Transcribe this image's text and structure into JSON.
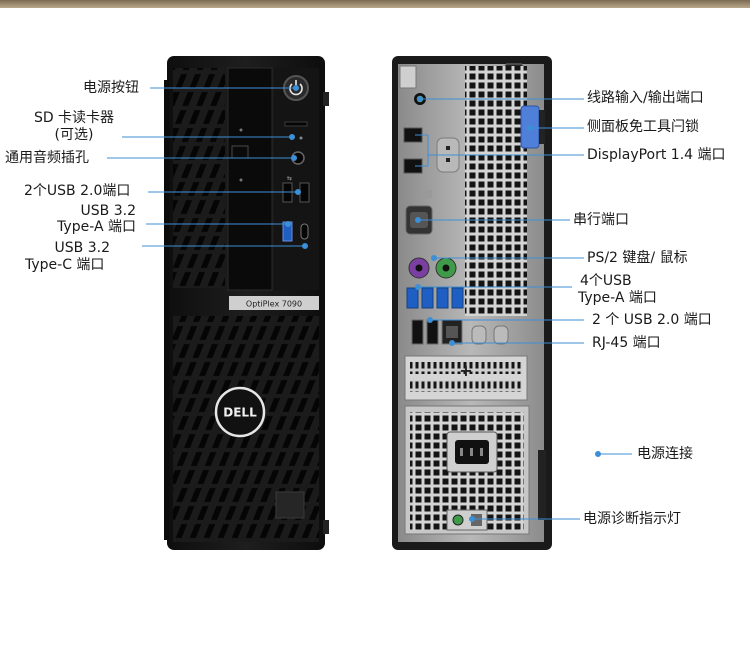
{
  "callouts_left": {
    "power_button": "电源按钮",
    "sd_reader_line1": "SD 卡读卡器",
    "sd_reader_line2": "(可选)",
    "audio_jack": "通用音频插孔",
    "usb20_front": "2个USB 2.0端口",
    "usb32a_line1": "USB 3.2",
    "usb32a_line2": "Type-A 端口",
    "usb32c_line1": "USB 3.2",
    "usb32c_line2": "Type-C 端口"
  },
  "callouts_right": {
    "line_io": "线路输入/输出端口",
    "tool_less_lock": "侧面板免工具闩锁",
    "displayport": "DisplayPort 1.4 端口",
    "serial": "串行端口",
    "ps2": "PS/2 键盘/ 鼠标",
    "usb32a_rear_line1": "4个USB",
    "usb32a_rear_line2": "Type-A 端口",
    "usb20_rear": "2 个 USB 2.0 端口",
    "rj45": "RJ-45 端口",
    "power_connector": "电源连接",
    "power_diag_led": "电源诊断指示灯"
  },
  "device": {
    "model_badge": "OptiPlex 7090",
    "brand_logo": "DELL"
  },
  "colors": {
    "callout_line": "#3d8fd6",
    "callout_dot": "#3d8fd6",
    "chassis": "#161616",
    "rear_panel": "#9a9a9a",
    "usb3_blue": "#1f5fc4",
    "ps2_purple": "#7a3fa0",
    "ps2_green": "#3f9a4a",
    "audio_green": "#9bd13a",
    "latch_blue": "#4f7fd8"
  },
  "icons": [
    "dell-logo-icon",
    "power-icon",
    "usb-icon"
  ]
}
